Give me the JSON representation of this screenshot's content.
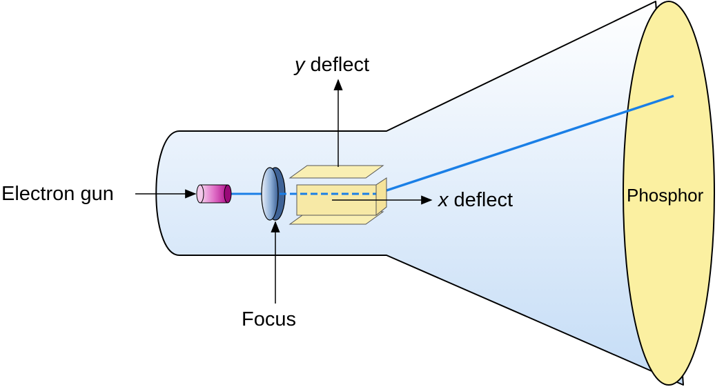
{
  "diagram": {
    "labels": {
      "electron_gun": "Electron gun",
      "focus": "Focus",
      "y_deflect_var": "y",
      "y_deflect_word": " deflect",
      "x_deflect_var": "x",
      "x_deflect_word": " deflect",
      "phosphor": "Phosphor"
    },
    "colors": {
      "tube_fill_top": "#ffffff",
      "tube_fill_bottom": "#c9e0f8",
      "tube_outline": "#000000",
      "beam": "#1a7fe6",
      "plates": "#f9efb0",
      "screen": "#fcf0a0",
      "gun_magenta": "#c0109a",
      "lens": "#7fa2cc"
    }
  }
}
